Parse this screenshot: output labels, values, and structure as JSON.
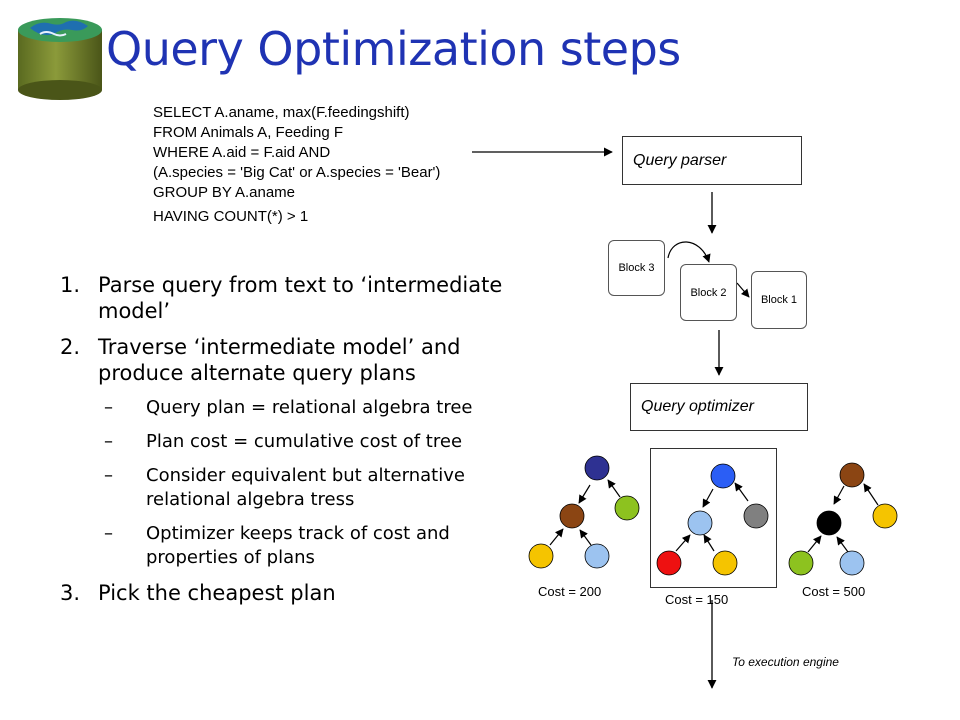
{
  "title": "Query Optimization steps",
  "sql_lines": [
    "SELECT A.aname, max(F.feedingshift)",
    "FROM Animals A, Feeding F",
    "WHERE  A.aid = F.aid AND",
    "(A.species = 'Big Cat' or A.species = 'Bear')",
    "GROUP BY A.aname",
    "HAVING COUNT(*) > 1"
  ],
  "steps": [
    {
      "num": "1.",
      "text": "Parse query from text to ‘intermediate model’"
    },
    {
      "num": "2.",
      "text": "Traverse ‘intermediate model’ and produce alternate query plans"
    },
    {
      "num": "3.",
      "text": "Pick the cheapest plan"
    }
  ],
  "substeps": [
    {
      "dash": "–",
      "text": "Query plan = relational algebra tree"
    },
    {
      "dash": "–",
      "text": "Plan cost = cumulative cost of tree"
    },
    {
      "dash": "–",
      "text": "Consider equivalent but alternative relational algebra tress"
    },
    {
      "dash": "–",
      "text": "Optimizer keeps track of cost and properties of plans"
    }
  ],
  "diagram": {
    "parser_label": "Query parser",
    "optimizer_label": "Query optimizer",
    "blocks": [
      "Block 3",
      "Block 2",
      "Block 1"
    ],
    "costs": [
      "Cost = 200",
      "Cost = 150",
      "Cost = 500"
    ],
    "exec_label": "To execution engine",
    "node_colors": {
      "navy": "#2e3192",
      "brown": "#8b4513",
      "yellow_green": "#8dc21f",
      "yellow": "#f5c400",
      "light_blue": "#9cc3f0",
      "blue": "#2b5ef5",
      "gray": "#808080",
      "red": "#ee1111",
      "black": "#000000"
    }
  }
}
